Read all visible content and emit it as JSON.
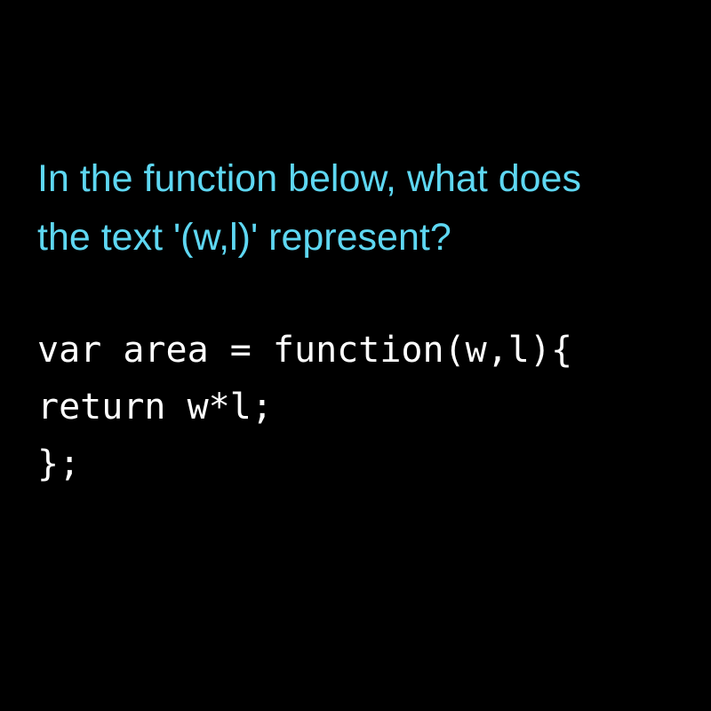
{
  "colors": {
    "background": "#000000",
    "question": "#5ed7f2",
    "code": "#ffffff"
  },
  "question": {
    "line1": "In the function below, what does",
    "line2": "the text '(w,l)' represent?"
  },
  "code": {
    "line1": "var area = function(w,l){",
    "line2": "return w*l;",
    "line3": "};"
  }
}
